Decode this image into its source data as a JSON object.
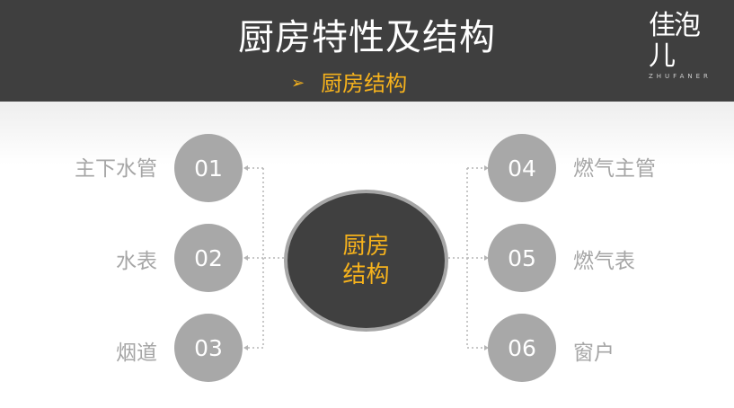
{
  "header": {
    "title": "厨房特性及结构",
    "subtitle": "厨房结构",
    "bullet": "➢",
    "logo_mark": "佳泡儿",
    "logo_sub": "ZHUFANER"
  },
  "center": {
    "line1": "厨房",
    "line2": "结构"
  },
  "left_nodes": [
    {
      "number": "01",
      "label": "主下水管"
    },
    {
      "number": "02",
      "label": "水表"
    },
    {
      "number": "03",
      "label": "烟道"
    }
  ],
  "right_nodes": [
    {
      "number": "04",
      "label": "燃气主管"
    },
    {
      "number": "05",
      "label": "燃气表"
    },
    {
      "number": "06",
      "label": "窗户"
    }
  ],
  "colors": {
    "header_bg": "#3f3f3f",
    "accent": "#f6b21c",
    "node_fill": "#a8a8a8",
    "center_fill": "#404040",
    "label_text": "#a6a6a6"
  }
}
